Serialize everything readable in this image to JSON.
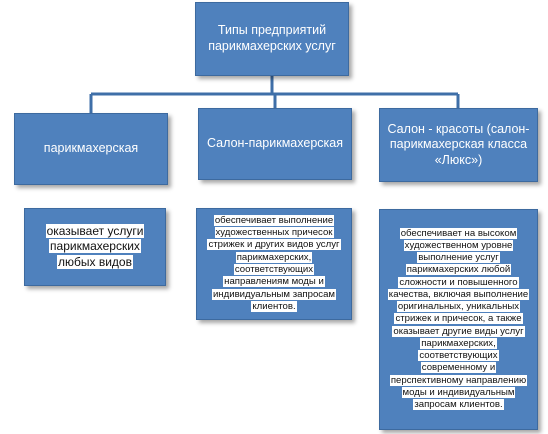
{
  "diagram": {
    "root": {
      "label": "Типы предприятий парикмахерских услуг"
    },
    "types": [
      {
        "label": "парикмахерская",
        "description": "оказывает услуги парикмахерских любых видов"
      },
      {
        "label": "Салон-парикмахерская",
        "description": "обеспечивает выполнение художественных причесок стрижек и других видов услуг парикмахерских, соответствующих направлениям моды и индивидуальным запросам клиентов."
      },
      {
        "label": "Салон - красоты (салон-парикмахерская класса «Люкс»)",
        "description": "обеспечивает на высоком художественном уровне выполнение услуг парикмахерских любой сложности и повышенного качества, включая выполнение оригинальных, уникальных стрижек и причесок, а также оказывает другие виды услуг парикмахерских, соответствующих современному и перспективному направлению моды и индивидуальным запросам клиентов."
      }
    ],
    "colors": {
      "box_fill": "#4f81bd",
      "box_border": "#3d6a9f",
      "connector": "#3f6fa8",
      "text_on_box": "#ffffff",
      "text_highlight_bg": "#ffffff"
    }
  }
}
